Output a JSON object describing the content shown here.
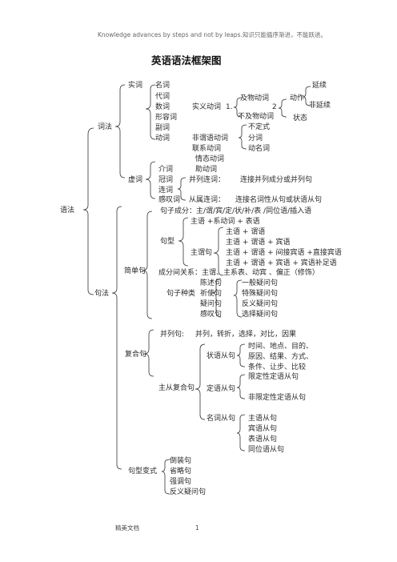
{
  "header": "Knowledge advances by steps and not by leaps.知识只能循序渐进，不能跃进。",
  "title": "英语语法框架图",
  "root": "语法",
  "cifa": {
    "label": "词法",
    "shici": {
      "label": "实词",
      "items": [
        "名词",
        "代词",
        "数词",
        "形容词",
        "副词",
        "动词"
      ],
      "shiyi_label": "实义动词",
      "mark1": "1.",
      "jiwu": "及物动词",
      "bujiwu": "不及物动词",
      "mark2": "2",
      "dongzuo": "动作",
      "yanxu": "延续",
      "feiyanxu": "非延续",
      "zhuangtai": "状态",
      "feiwei_label": "非谓语动词",
      "feiwei_items": [
        "不定式",
        "分词",
        "动名词"
      ],
      "lianxi": "联系动词",
      "qingtai": "情态动词",
      "zhudong": "助动词"
    },
    "xuci": {
      "label": "虚词",
      "items": [
        "介词",
        "冠词",
        "连词",
        "感叹词"
      ],
      "binglie": "并列连词：",
      "binglie_desc": "连接并列成分或并列句",
      "congshu": "从属连词：",
      "congshu_desc": "连接名词性从句或状语从句"
    }
  },
  "jufa": {
    "label": "句法",
    "jiandan": {
      "label": "简单句",
      "juzi_chengfen": "句子成分：主/谓/宾/定/状/补/表 /同位语/插入语",
      "juxing": "句型",
      "zhuxibiao": "主语 +系动词 + 表语",
      "zhuwei": "主谓句",
      "zhuwei_items": [
        "主语 + 谓语",
        "主语 + 谓语 + 宾语",
        "主语 + 谓语 + 间接宾语 +直接宾语",
        "主语 + 谓语 + 宾语 +  宾语补足语"
      ],
      "chengfen_guanxi": "成分间关系：主谓、主系表、动宾 、偏正（修饰）",
      "juzi_zhonglei": "句子种类",
      "zhonglei_items": [
        "陈述句",
        "祈使句",
        "疑问句",
        "感叹句"
      ],
      "yiwen_items": [
        "一般疑问句",
        "特殊疑问句",
        "反义疑问句",
        "选择疑问句"
      ]
    },
    "fuhe": {
      "label": "复合句",
      "binglie": "并列句:",
      "binglie_desc": "并列，转折，选择，对比，因果",
      "zhucong": "主从复合句",
      "zhuangyu": "状语从句",
      "zhuangyu_items": [
        "时间、地点、目的、",
        "原因、结果、方式、",
        "条件、让步、比较"
      ],
      "dingyu": "定语从句",
      "dingyu_items": [
        "限定性定语从句",
        "非限定性定语从句"
      ],
      "mingci": "名词从句",
      "mingci_items": [
        "主语从句",
        "宾语从句",
        "表语从句",
        "同位语从句"
      ]
    },
    "bianshi": {
      "label": "句型变式",
      "items": [
        "倒装句",
        "省略句",
        "强调句",
        "反义疑问句"
      ]
    }
  },
  "footer": {
    "left": "精美文档",
    "page": "1"
  }
}
